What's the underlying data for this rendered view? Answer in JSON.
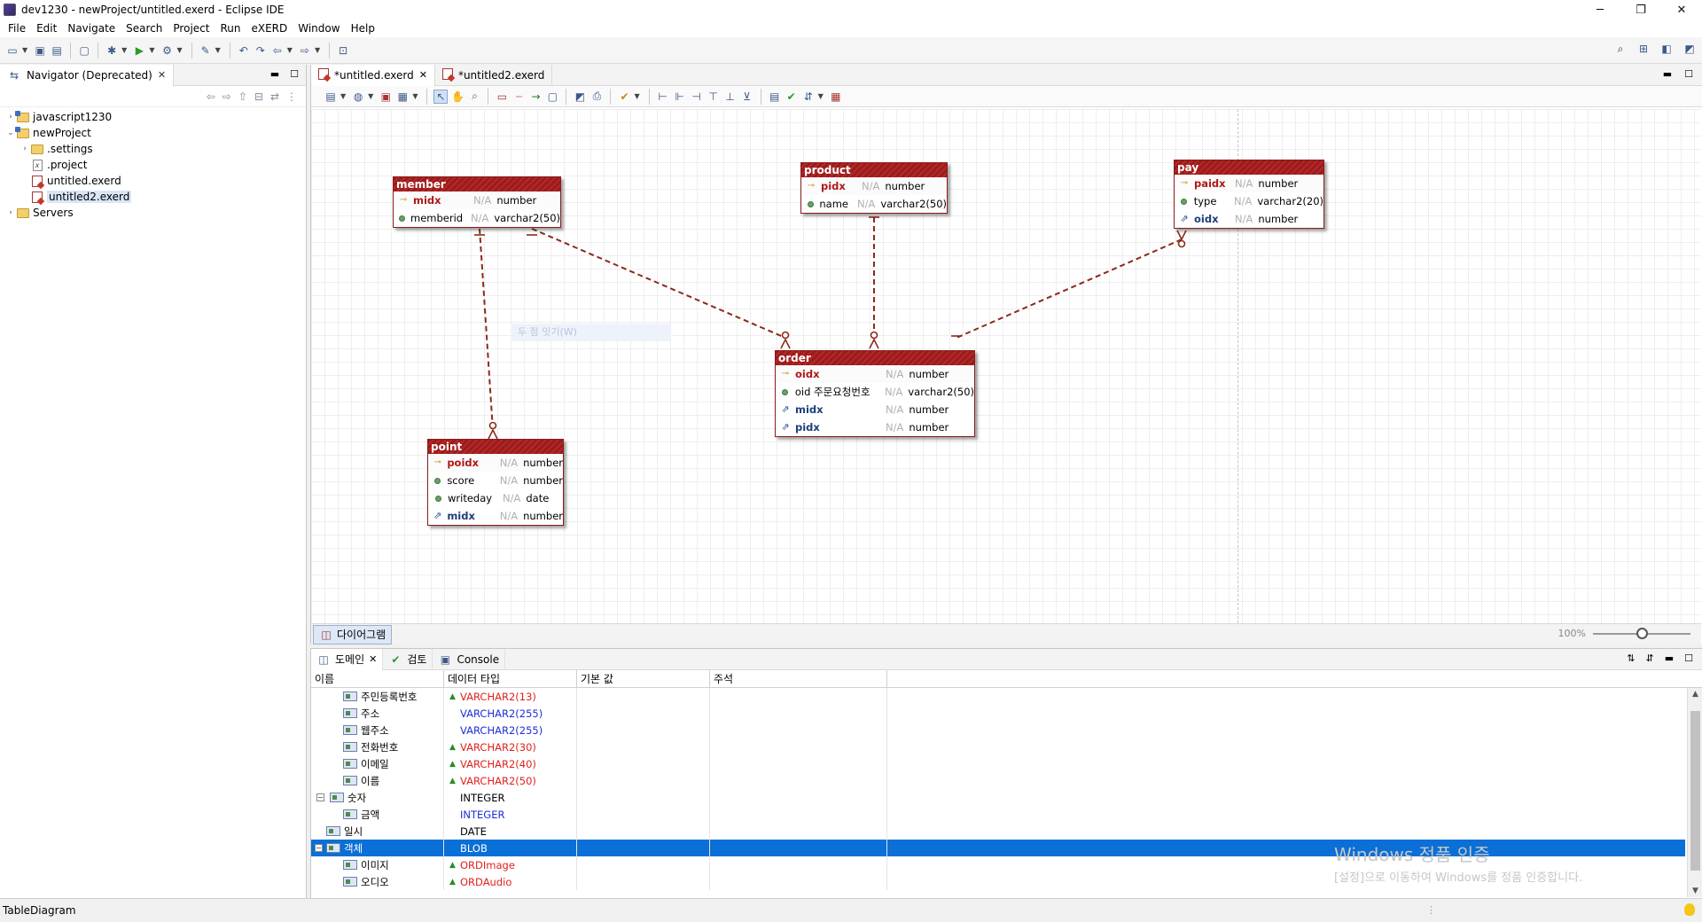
{
  "window": {
    "title": "dev1230 - newProject/untitled.exerd - Eclipse IDE",
    "minimize": "─",
    "maximize": "❐",
    "close": "✕"
  },
  "menu": [
    "File",
    "Edit",
    "Navigate",
    "Search",
    "Project",
    "Run",
    "eXERD",
    "Window",
    "Help"
  ],
  "navigator": {
    "tab_label": "Navigator (Deprecated)",
    "tree": [
      {
        "label": "javascript1230",
        "level": 0,
        "expander": "›",
        "icon": "project-icon"
      },
      {
        "label": "newProject",
        "level": 0,
        "expander": "⌄",
        "icon": "project-icon"
      },
      {
        "label": ".settings",
        "level": 1,
        "expander": "›",
        "icon": "folder-icon"
      },
      {
        "label": ".project",
        "level": 1,
        "expander": "",
        "icon": "file-icon"
      },
      {
        "label": "untitled.exerd",
        "level": 1,
        "expander": "",
        "icon": "exerd-file-icon"
      },
      {
        "label": "untitled2.exerd",
        "level": 1,
        "expander": "",
        "icon": "exerd-file-icon",
        "selected": true
      },
      {
        "label": "Servers",
        "level": 0,
        "expander": "›",
        "icon": "folder-icon"
      }
    ]
  },
  "editor": {
    "tabs": [
      {
        "label": "*untitled.exerd",
        "active": true
      },
      {
        "label": "*untitled2.exerd",
        "active": false
      }
    ],
    "diagram_tab_label": "다이어그램",
    "zoom_label": "100%",
    "zoom_level": 0.5,
    "ghost_tooltip": "두 점 잇기(W)"
  },
  "entities": {
    "member": {
      "name": "member",
      "rows": [
        {
          "kind": "pk",
          "col": "midx",
          "na": "N/A",
          "type": "number"
        },
        {
          "kind": "col",
          "col": "memberid",
          "na": "N/A",
          "type": "varchar2(50)"
        }
      ]
    },
    "product": {
      "name": "product",
      "rows": [
        {
          "kind": "pk",
          "col": "pidx",
          "na": "N/A",
          "type": "number"
        },
        {
          "kind": "col",
          "col": "name",
          "na": "N/A",
          "type": "varchar2(50)"
        }
      ]
    },
    "pay": {
      "name": "pay",
      "rows": [
        {
          "kind": "pk",
          "col": "paidx",
          "na": "N/A",
          "type": "number"
        },
        {
          "kind": "col",
          "col": "type",
          "na": "N/A",
          "type": "varchar2(20)"
        },
        {
          "kind": "fk",
          "col": "oidx",
          "na": "N/A",
          "type": "number"
        }
      ]
    },
    "order": {
      "name": "order",
      "rows": [
        {
          "kind": "pk",
          "col": "oidx",
          "na": "N/A",
          "type": "number"
        },
        {
          "kind": "col",
          "col": "oid 주문요청번호",
          "na": "N/A",
          "type": "varchar2(50)"
        },
        {
          "kind": "fk",
          "col": "midx",
          "na": "N/A",
          "type": "number"
        },
        {
          "kind": "fk",
          "col": "pidx",
          "na": "N/A",
          "type": "number"
        }
      ]
    },
    "point": {
      "name": "point",
      "rows": [
        {
          "kind": "pk",
          "col": "poidx",
          "na": "N/A",
          "type": "number"
        },
        {
          "kind": "col",
          "col": "score",
          "na": "N/A",
          "type": "number"
        },
        {
          "kind": "col",
          "col": "writeday",
          "na": "N/A",
          "type": "date"
        },
        {
          "kind": "fk",
          "col": "midx",
          "na": "N/A",
          "type": "number"
        }
      ]
    }
  },
  "bottom_panel": {
    "tabs": [
      {
        "label": "도메인",
        "active": true,
        "closable": true
      },
      {
        "label": "검토",
        "active": false
      },
      {
        "label": "Console",
        "active": false
      }
    ],
    "columns": [
      "이름",
      "데이터 타입",
      "기본 값",
      "주석"
    ],
    "rows": [
      {
        "name": "주민등록번호",
        "level": 2,
        "mark": true,
        "type": "VARCHAR2(13)",
        "color": "red"
      },
      {
        "name": "주소",
        "level": 2,
        "mark": false,
        "type": "VARCHAR2(255)",
        "color": "blue"
      },
      {
        "name": "웹주소",
        "level": 2,
        "mark": false,
        "type": "VARCHAR2(255)",
        "color": "blue"
      },
      {
        "name": "전화번호",
        "level": 2,
        "mark": true,
        "type": "VARCHAR2(30)",
        "color": "red"
      },
      {
        "name": "이메일",
        "level": 2,
        "mark": true,
        "type": "VARCHAR2(40)",
        "color": "red"
      },
      {
        "name": "이름",
        "level": 2,
        "mark": true,
        "type": "VARCHAR2(50)",
        "color": "red"
      },
      {
        "name": "숫자",
        "level": 1,
        "expander": "−",
        "mark": false,
        "type": "INTEGER",
        "color": "plain"
      },
      {
        "name": "금액",
        "level": 2,
        "mark": false,
        "type": "INTEGER",
        "color": "blue"
      },
      {
        "name": "일시",
        "level": 1,
        "mark": false,
        "type": "DATE",
        "color": "plain"
      },
      {
        "name": "객체",
        "level": 0,
        "expander": "−",
        "mark": false,
        "type": "BLOB",
        "color": "plain",
        "selected": true
      },
      {
        "name": "이미지",
        "level": 2,
        "mark": true,
        "type": "ORDImage",
        "color": "red"
      },
      {
        "name": "오디오",
        "level": 2,
        "mark": true,
        "type": "ORDAudio",
        "color": "red"
      }
    ]
  },
  "watermark": {
    "line1": "Windows 정품 인증",
    "line2": "[설정]으로 이동하여 Windows를 정품 인증합니다."
  },
  "status": {
    "text": "TableDiagram"
  }
}
